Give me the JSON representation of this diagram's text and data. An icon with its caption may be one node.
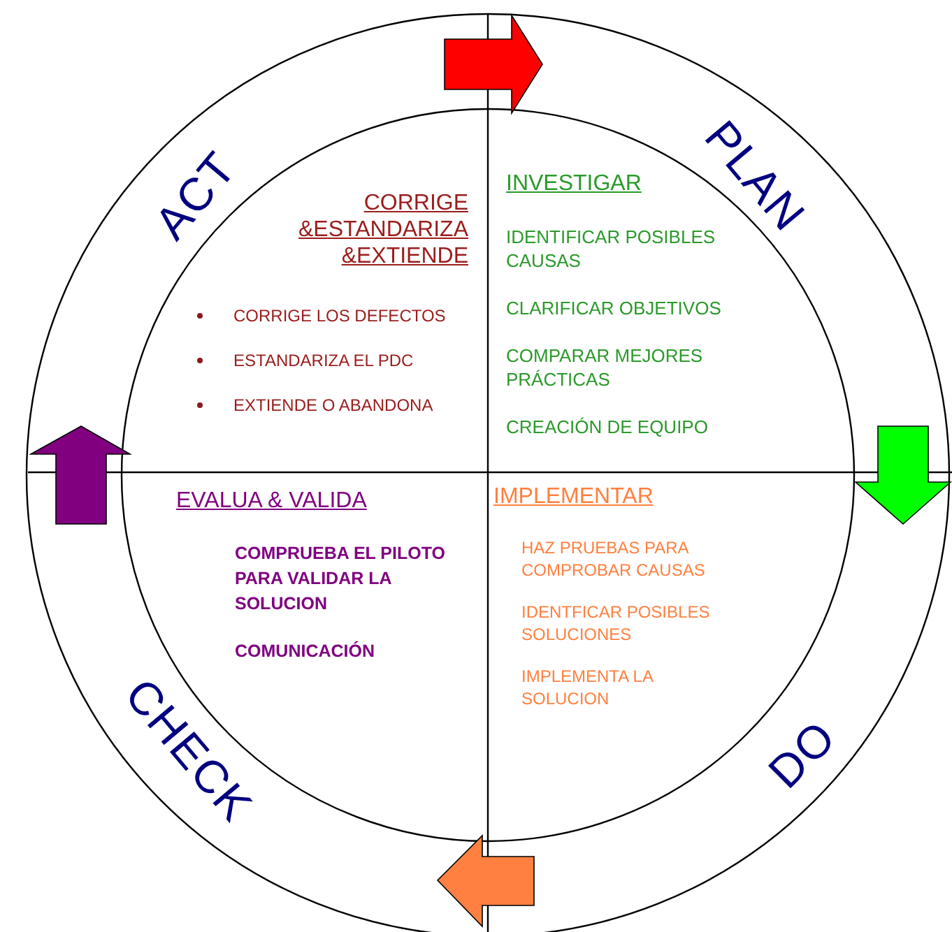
{
  "diagram": {
    "nodes": [
      {
        "text": [
          "CORRIGE &ESTANDARIZA &EXTIENDE",
          "CORRIGE LOS DEFECTOS",
          "ESTANDARIZA EL PDC",
          "EXTIENDE O ABANDONA"
        ]
      },
      {
        "text": [
          "INVESTIGAR",
          "IDENTIFICAR POSIBLES CAUSAS",
          "CLARIFICAR OBJETIVOS",
          "COMPARAR MEJORES PRÁCTICAS",
          "CREACIÓN DE EQUIPO"
        ]
      },
      {
        "text": [
          "EVALUA & VALIDA",
          "COMPRUEBA EL PILOTO PARA VALIDAR LA SOLUCION",
          "COMUNICACIÓN"
        ]
      },
      {
        "text": [
          "IMPLEMENTAR",
          "HAZ PRUEBAS PARA COMPROBAR CAUSAS",
          "IDENTFICAR POSIBLES SOLUCIONES",
          "IMPLEMENTA LA SOLUCION"
        ]
      }
    ],
    "labels": [
      "ACT",
      "PLAN",
      "CHECK",
      "DO"
    ]
  }
}
